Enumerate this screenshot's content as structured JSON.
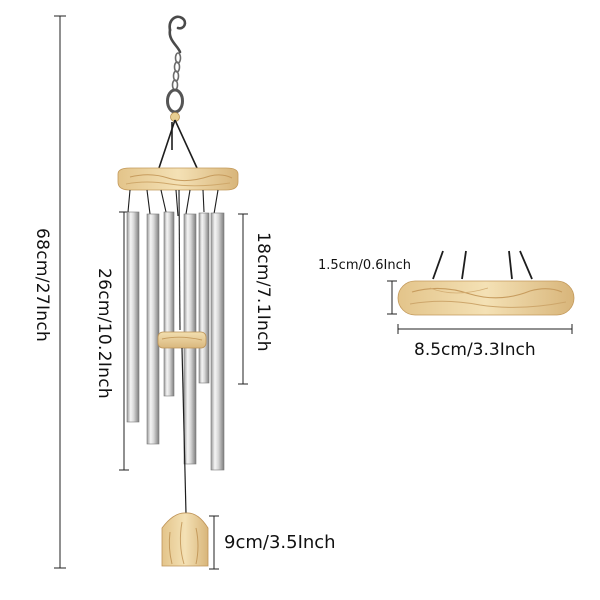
{
  "product": "wind chime",
  "dimensions": {
    "total_height": "68cm/27Inch",
    "longest_tube": "26cm/10.2Inch",
    "shortest_tube": "18cm/7.1Inch",
    "sail": "9cm/3.5Inch",
    "top_thickness": "1.5cm/0.6Inch",
    "top_diameter": "8.5cm/3.3Inch"
  },
  "colors": {
    "wood_light": "#f1dcaa",
    "wood_grain": "#c9a065",
    "metal_light": "#f4f4f4",
    "metal_dark": "#8e8e8e",
    "line": "#222222"
  }
}
